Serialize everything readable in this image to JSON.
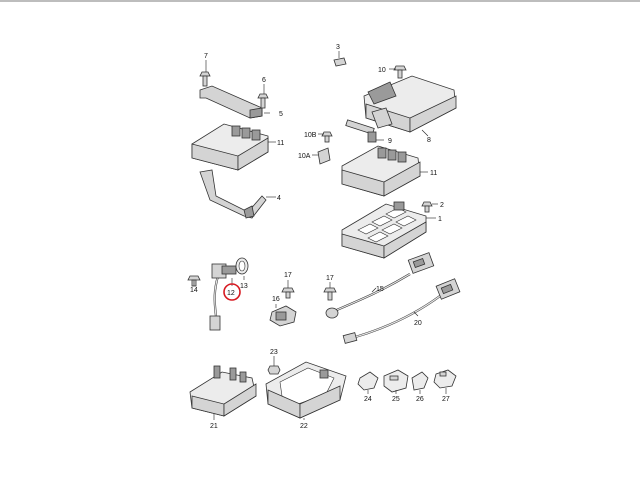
{
  "diagram": {
    "highlight_color": "#d71920",
    "highlighted_part": "12",
    "labels": {
      "p1": "1",
      "p2": "2",
      "p3": "3",
      "p4": "4",
      "p5": "5",
      "p6": "6",
      "p7": "7",
      "p8": "8",
      "p9": "9",
      "p10": "10",
      "p10a": "10A",
      "p10b": "10B",
      "p11a": "11",
      "p11b": "11",
      "p12": "12",
      "p13": "13",
      "p14": "14",
      "p15": "15",
      "p16": "16",
      "p17a": "17",
      "p17b": "17",
      "p20": "20",
      "p21": "21",
      "p22": "22",
      "p23": "23",
      "p24": "24",
      "p25": "25",
      "p26": "26",
      "p27": "27"
    }
  }
}
